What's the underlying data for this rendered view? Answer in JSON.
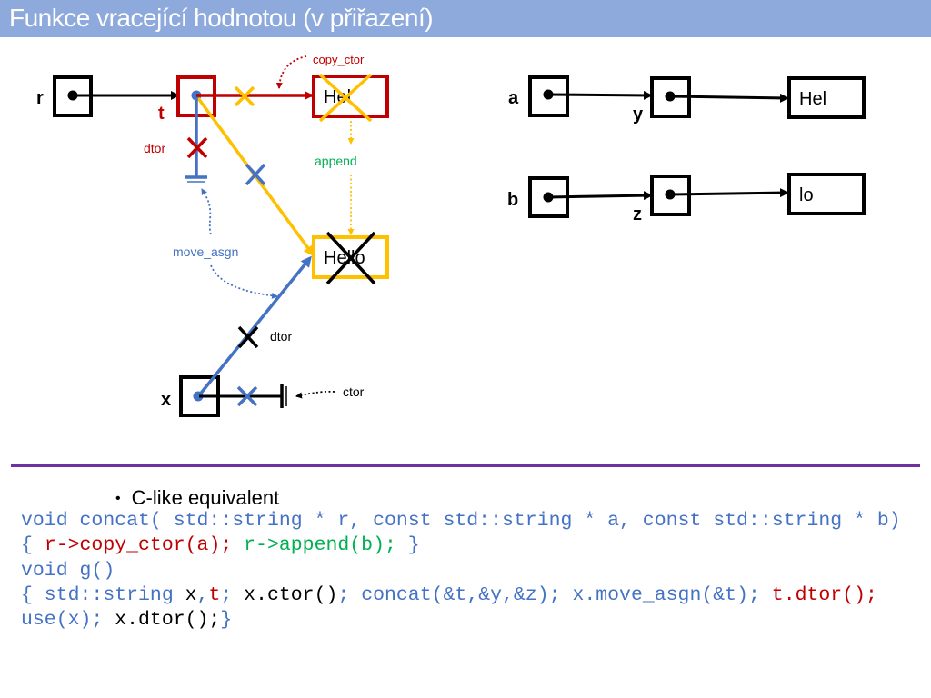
{
  "title": "Funkce vracející hodnotou (v přiřazení)",
  "diagram": {
    "var_r": "r",
    "var_t": "t",
    "var_x": "x",
    "var_a": "a",
    "var_b": "b",
    "var_y": "y",
    "var_z": "z",
    "str_hel_left": "Hel",
    "str_hello": "Hello",
    "str_hel_right": "Hel",
    "str_lo": "lo",
    "lbl_copy_ctor": "copy_ctor",
    "lbl_append": "append",
    "lbl_dtor_top": "dtor",
    "lbl_move_asgn": "move_asgn",
    "lbl_dtor_mid": "dtor",
    "lbl_ctor": "ctor"
  },
  "bullet": "C-like equivalent",
  "code": {
    "l1": "void concat( std::string * r, const std::string * a, const std::string * b)",
    "l2a": "{ ",
    "l2b": "r->copy_ctor(a);",
    "l2c": " ",
    "l2d": "r->append(b);",
    "l2e": " }",
    "l3": "void g()",
    "l4a": "{ std::string ",
    "l4b": "x",
    "l4c": ",",
    "l4d": "t",
    "l4e": "; ",
    "l4f": "x.ctor()",
    "l4g": "; concat(&t,&y,&z); ",
    "l4h": "x.move_asgn(&t)",
    "l4i": "; ",
    "l4j": "t.dtor();",
    "l5a": "use(x); ",
    "l5b": "x.dtor();",
    "l5c": "}"
  },
  "colors": {
    "title_bg": "#8ea9dc",
    "divider": "#7030a0",
    "red": "#c00000",
    "yellow": "#ffc000",
    "blue": "#4472c4",
    "green": "#00b050"
  }
}
